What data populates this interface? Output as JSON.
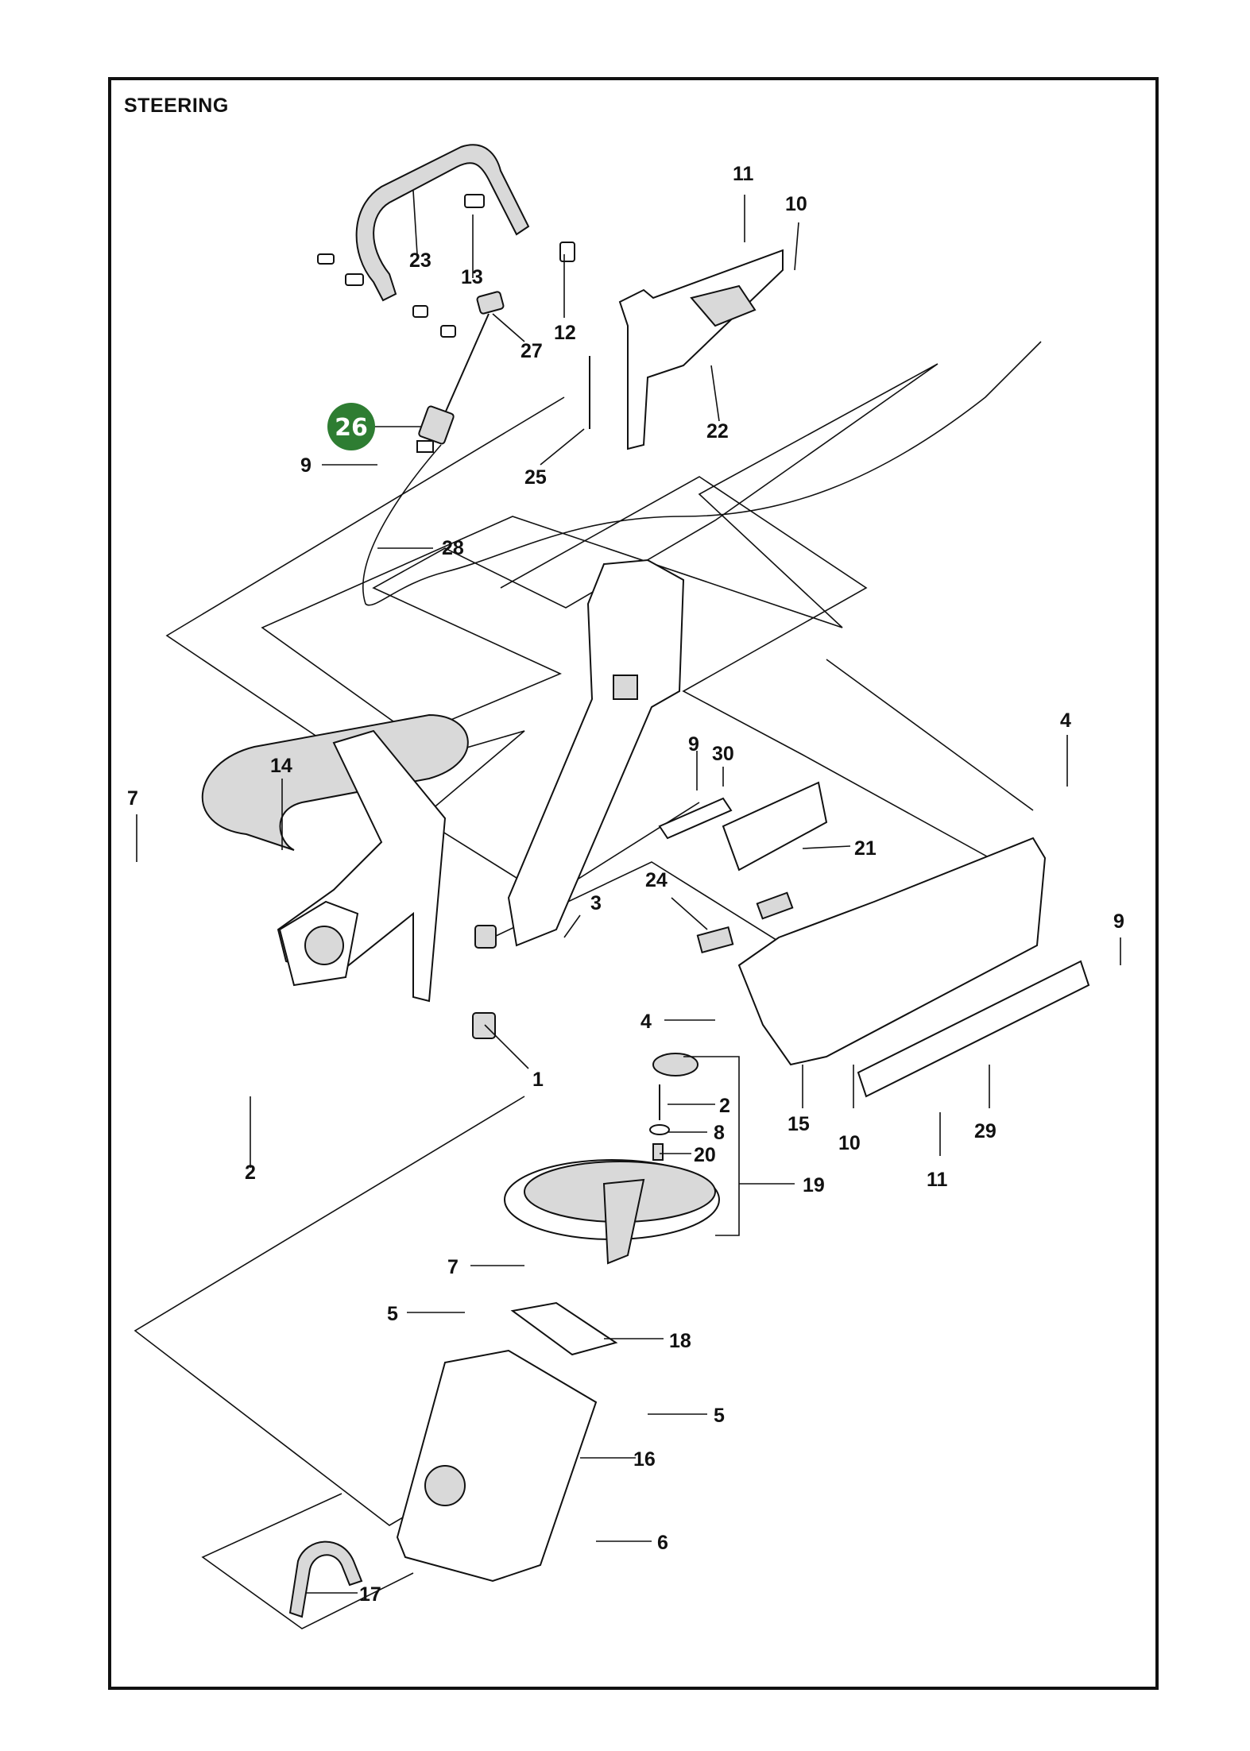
{
  "title": "STEERING",
  "highlight_color": "#2e7d32",
  "callouts": {
    "c23": "23",
    "c13": "13",
    "c27": "27",
    "c12": "12",
    "c11a": "11",
    "c10a": "10",
    "c22": "22",
    "c25": "25",
    "c26": "26",
    "c9a": "9",
    "c28": "28",
    "c14": "14",
    "c7a": "7",
    "c3": "3",
    "c1": "1",
    "c2a": "2",
    "c9b": "9",
    "c30": "30",
    "c21": "21",
    "c24": "24",
    "c4a": "4",
    "c4b": "4",
    "c9c": "9",
    "c15": "15",
    "c10b": "10",
    "c11b": "11",
    "c29": "29",
    "c2b": "2",
    "c8": "8",
    "c20": "20",
    "c19": "19",
    "c7b": "7",
    "c5a": "5",
    "c18": "18",
    "c5b": "5",
    "c16": "16",
    "c6": "6",
    "c17": "17"
  }
}
